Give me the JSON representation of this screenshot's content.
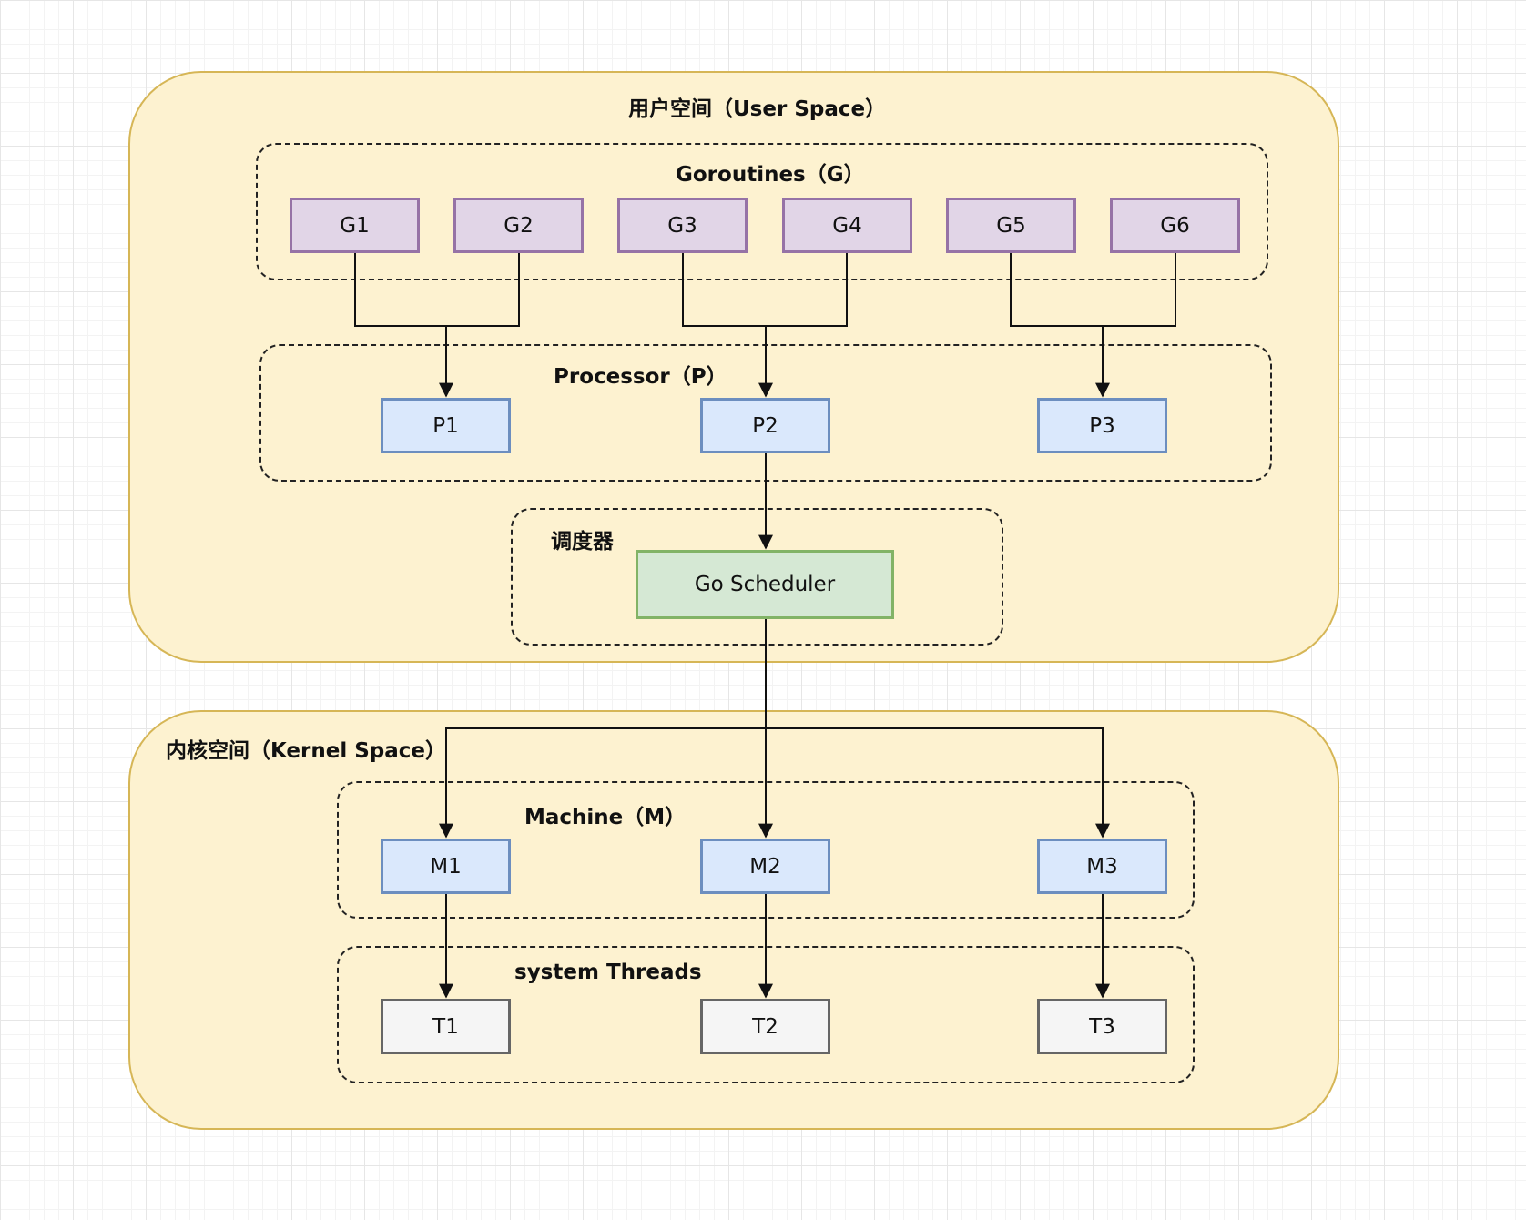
{
  "user_space": {
    "title": "用户空间（User Space）"
  },
  "kernel_space": {
    "title": "内核空间（Kernel Space）"
  },
  "goroutines": {
    "title": "Goroutines（G）",
    "items": [
      "G1",
      "G2",
      "G3",
      "G4",
      "G5",
      "G6"
    ]
  },
  "processor": {
    "title": "Processor（P）",
    "items": [
      "P1",
      "P2",
      "P3"
    ]
  },
  "scheduler": {
    "title": "调度器",
    "node": "Go Scheduler"
  },
  "machine": {
    "title": "Machine（M）",
    "items": [
      "M1",
      "M2",
      "M3"
    ]
  },
  "threads": {
    "title": "system Threads",
    "items": [
      "T1",
      "T2",
      "T3"
    ]
  },
  "colors": {
    "space_fill": "#fdf2d0",
    "space_stroke": "#d6b656",
    "goroutine_fill": "#e1d5e7",
    "goroutine_stroke": "#9673a6",
    "blue_fill": "#dae8fc",
    "blue_stroke": "#6c8ebf",
    "green_fill": "#d5e8d4",
    "green_stroke": "#82b366",
    "gray_fill": "#f5f5f5",
    "gray_stroke": "#666666"
  }
}
